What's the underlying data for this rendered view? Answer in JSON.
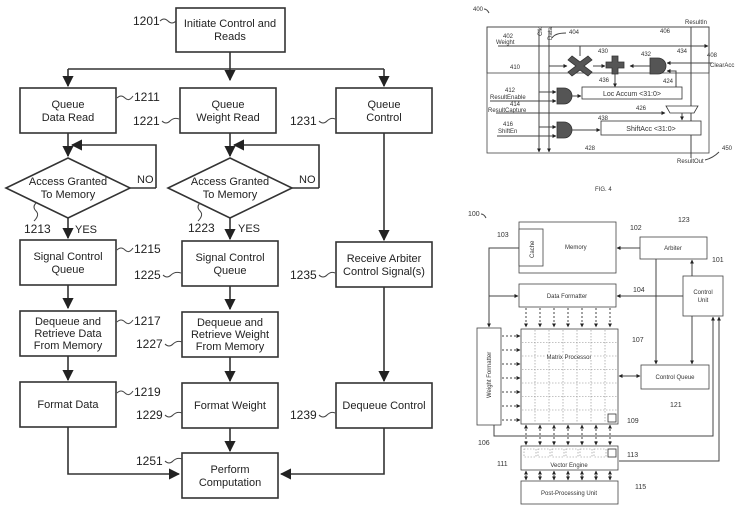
{
  "flowchart": {
    "nodes": {
      "initiate": {
        "ref": "1201",
        "lines": [
          "Initiate Control and",
          "Reads"
        ]
      },
      "queue_data": {
        "ref": "1211",
        "lines": [
          "Queue",
          "Data Read"
        ]
      },
      "queue_weight": {
        "ref": "1221",
        "lines": [
          "Queue",
          "Weight Read"
        ]
      },
      "queue_control": {
        "ref": "1231",
        "lines": [
          "Queue",
          "Control"
        ]
      },
      "access_data": {
        "ref": "1213",
        "lines": [
          "Access Granted",
          "To Memory"
        ]
      },
      "access_weight": {
        "ref": "1223",
        "lines": [
          "Access Granted",
          "To Memory"
        ]
      },
      "signal_data": {
        "ref": "1215",
        "lines": [
          "Signal Control",
          "Queue"
        ]
      },
      "signal_weight": {
        "ref": "1225",
        "lines": [
          "Signal Control",
          "Queue"
        ]
      },
      "receive_arbiter": {
        "ref": "1235",
        "lines": [
          "Receive Arbiter",
          "Control Signal(s)"
        ]
      },
      "dequeue_data": {
        "ref": "1217",
        "lines": [
          "Dequeue and",
          "Retrieve Data",
          "From Memory"
        ]
      },
      "dequeue_weight": {
        "ref": "1227",
        "lines": [
          "Dequeue and",
          "Retrieve Weight",
          "From Memory"
        ]
      },
      "format_data": {
        "ref": "1219",
        "lines": [
          "Format Data"
        ]
      },
      "format_weight": {
        "ref": "1229",
        "lines": [
          "Format Weight"
        ]
      },
      "dequeue_control": {
        "ref": "1239",
        "lines": [
          "Dequeue Control"
        ]
      },
      "perform": {
        "ref": "1251",
        "lines": [
          "Perform",
          "Computation"
        ]
      }
    },
    "yes_label": "YES",
    "no_label": "NO"
  },
  "fig4": {
    "ref": "400",
    "caption": "FIG. 4",
    "signals": {
      "weight": {
        "ref": "402",
        "label": "Weight"
      },
      "clk": "Clk",
      "data": "Data",
      "data_ref": "404",
      "result_in": "ResultIn",
      "result_in_ref": "406",
      "clear_acc": {
        "ref": "408",
        "label": "ClearAcc"
      },
      "line_410": "410",
      "result_enable": {
        "ref": "412",
        "label": "ResultEnable"
      },
      "result_capture": {
        "ref": "414",
        "label": "ResultCapture"
      },
      "shift_en": {
        "ref": "416",
        "label": "ShiftEn"
      },
      "result_out": {
        "ref": "450",
        "label": "ResultOut"
      }
    },
    "blocks": {
      "loc_accum": {
        "ref": "424",
        "label": "Loc Accum <31:0>"
      },
      "shift_acc": {
        "ref": "428",
        "label": "ShiftAcc <31:0>"
      },
      "mux": {
        "ref": "426"
      },
      "multiplier": {
        "ref": "430"
      },
      "adder": {
        "ref": "432"
      },
      "and_gate_top": {
        "ref": "434"
      },
      "and_gate_mid": {
        "ref": "436"
      },
      "and_gate_bottom": {
        "ref": "438"
      }
    }
  },
  "fig1": {
    "ref": "100",
    "blocks": {
      "memory": {
        "ref": "102",
        "label": "Memory"
      },
      "cache": {
        "ref": "103",
        "label": "Cache"
      },
      "arbiter": {
        "ref": "123",
        "label": "Arbiter"
      },
      "control_unit": {
        "ref": "101",
        "lines": [
          "Control",
          "Unit"
        ]
      },
      "data_formatter": {
        "ref": "104",
        "label": "Data Formatter"
      },
      "matrix_processor": {
        "ref": "107",
        "label": "Matrix Processor"
      },
      "cell": {
        "ref": "109"
      },
      "control_queue": {
        "ref": "121",
        "label": "Control Queue"
      },
      "weight_formatter": {
        "ref": "106",
        "label": "Weight Formatter"
      },
      "vector_engine": {
        "ref": "111",
        "label": "Vector Engine"
      },
      "vector_cell": {
        "ref": "113"
      },
      "post_processing": {
        "ref": "115",
        "label": "Post-Processing Unit"
      }
    }
  }
}
